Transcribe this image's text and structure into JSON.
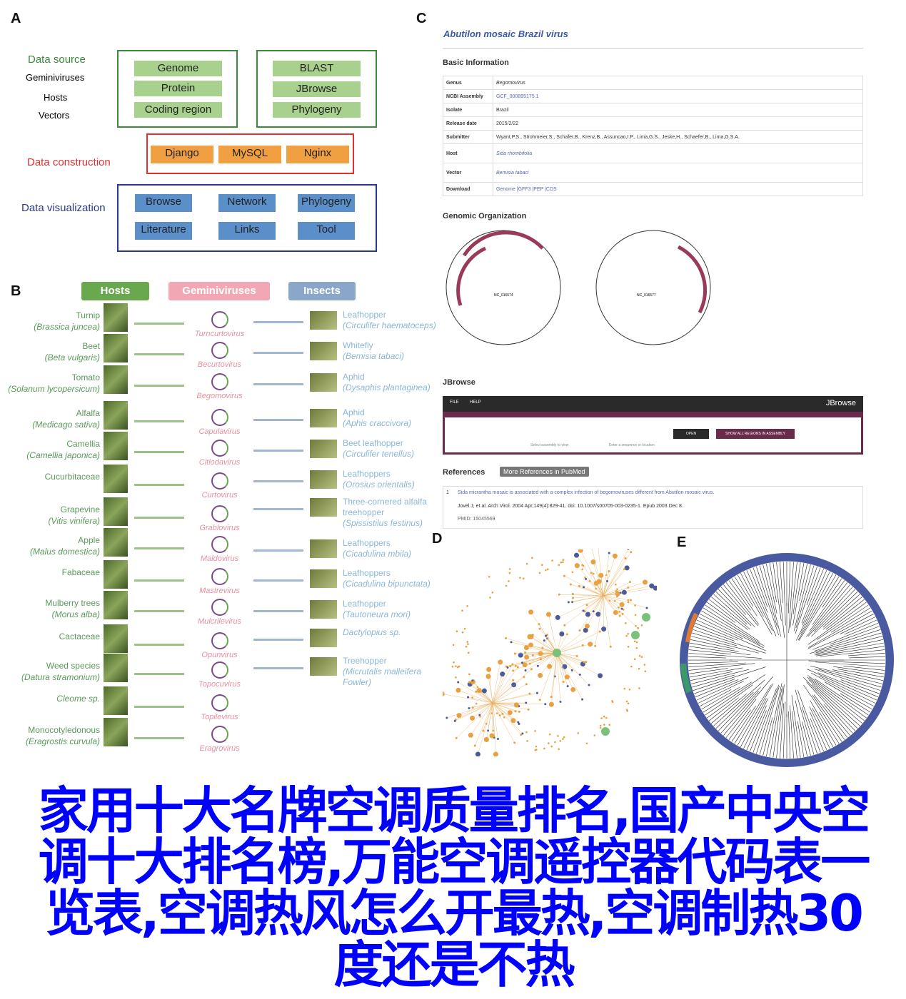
{
  "panels": {
    "a": "A",
    "b": "B",
    "c": "C",
    "d": "D",
    "e": "E"
  },
  "panelA": {
    "data_source": "Data source",
    "sources": [
      "Geminiviruses",
      "Hosts",
      "Vectors"
    ],
    "data_construction": "Data construction",
    "data_visualization": "Data visualization",
    "source_boxes": [
      "Genome",
      "Protein",
      "Coding region"
    ],
    "tool_boxes": [
      "BLAST",
      "JBrowse",
      "Phylogeny"
    ],
    "construction_boxes": [
      "Django",
      "MySQL",
      "Nginx"
    ],
    "vis_boxes": [
      "Browse",
      "Network",
      "Phylogeny",
      "Literature",
      "Links",
      "Tool"
    ]
  },
  "panelB": {
    "headers": [
      "Hosts",
      "Geminiviruses",
      "Insects"
    ],
    "hosts": [
      [
        "Turnip",
        "(Brassica juncea)"
      ],
      [
        "Beet",
        "(Beta vulgaris)"
      ],
      [
        "Tomato",
        "(Solanum lycopersicum)"
      ],
      [
        "Alfalfa",
        "(Medicago sativa)"
      ],
      [
        "Camellia",
        "(Camellia japonica)"
      ],
      [
        "Cucurbitaceae",
        ""
      ],
      [
        "Grapevine",
        "(Vitis vinifera)"
      ],
      [
        "Apple",
        "(Malus domestica)"
      ],
      [
        "Fabaceae",
        ""
      ],
      [
        "Mulberry trees",
        "(Morus alba)"
      ],
      [
        "Cactaceae",
        ""
      ],
      [
        "Weed species",
        "(Datura stramonium)"
      ],
      [
        "",
        "Cleome sp."
      ],
      [
        "Monocotyledonous",
        "(Eragrostis curvula)"
      ]
    ],
    "viruses": [
      "Turncurtovirus",
      "Becurtovirus",
      "Begomovirus",
      "Capulavirus",
      "Citlodavirus",
      "Curtovirus",
      "Grablovirus",
      "Maldovirus",
      "Mastrevirus",
      "Mulcrilevirus",
      "Opunvirus",
      "Topocuvirus",
      "Topilevirus",
      "Eragrovirus"
    ],
    "insects": [
      [
        "Leafhopper",
        "(Circulifer haematoceps)"
      ],
      [
        "Whitefly",
        "(Bemisia tabaci)"
      ],
      [
        "Aphid",
        "(Dysaphis plantaginea)"
      ],
      [
        "Aphid",
        "(Aphis craccivora)"
      ],
      [
        "Beet leafhopper",
        "(Circulifer tenellus)"
      ],
      [
        "Leafhoppers",
        "(Orosius orientalis)"
      ],
      [
        "Three-cornered alfalfa treehopper",
        "(Spissistilus festinus)"
      ],
      [
        "Leafhoppers",
        "(Cicadulina mbila)"
      ],
      [
        "Leafhoppers",
        "(Cicadulina bipunctata)"
      ],
      [
        "Leafhopper",
        "(Tautoneura mori)"
      ],
      [
        "",
        "Dactylopius sp."
      ],
      [
        "Treehopper",
        "(Micrutalis malleifera Fowler)"
      ]
    ]
  },
  "panelC": {
    "title": "Abutilon mosaic Brazil virus",
    "basic_info": "Basic Information",
    "rows": [
      [
        "Genus",
        "Begomovirus"
      ],
      [
        "NCBI Assembly",
        "GCF_000895175.1"
      ],
      [
        "Isolate",
        "Brazil"
      ],
      [
        "Release date",
        "2015/2/22"
      ],
      [
        "Submitter",
        "Wyant,P.S., Strohmeier,S., Schafer,B., Krenz,B., Assuncao,I.P., Lima,G.S., Jeske,H., Schaefer,B., Lima,G.S.A."
      ],
      [
        "Host",
        "Sida rhombifolia"
      ],
      [
        "Vector",
        "Bemisia tabaci"
      ],
      [
        "Download",
        "Genome |GFF3 |PEP |CDS"
      ]
    ],
    "genomic_org": "Genomic Organization",
    "genome_labels": [
      "NC_016574",
      "NC_016577"
    ],
    "jbrowse": "JBrowse",
    "jbrowse_menu": [
      "FILE",
      "HELP"
    ],
    "jbrowse_logo": "JBrowse",
    "jbrowse_open": "OPEN",
    "jbrowse_show": "SHOW ALL REGIONS IN ASSEMBLY",
    "jbrowse_hint1": "Select assembly to view",
    "jbrowse_hint2": "Enter a sequence or location",
    "references": "References",
    "more_refs": "More References in PubMed",
    "ref_num": "1",
    "ref_title": "Sida micrantha mosaic is associated with a complex infection of begomoviruses different from Abutilon mosaic virus.",
    "ref_cite": "Jovel J, et al.  Arch Virol. 2004 Apr;149(4):829-41. doi: 10.1007/s00705-003-0235-1. Epub 2003 Dec 8.",
    "ref_pmid": "PMID: 15045569"
  },
  "overlay_text": "家用十大名牌空调质量排名,国产中央空调十大排名榜,万能空调遥控器代码表一览表,空调热风怎么开最热,空调制热30度还是不热"
}
